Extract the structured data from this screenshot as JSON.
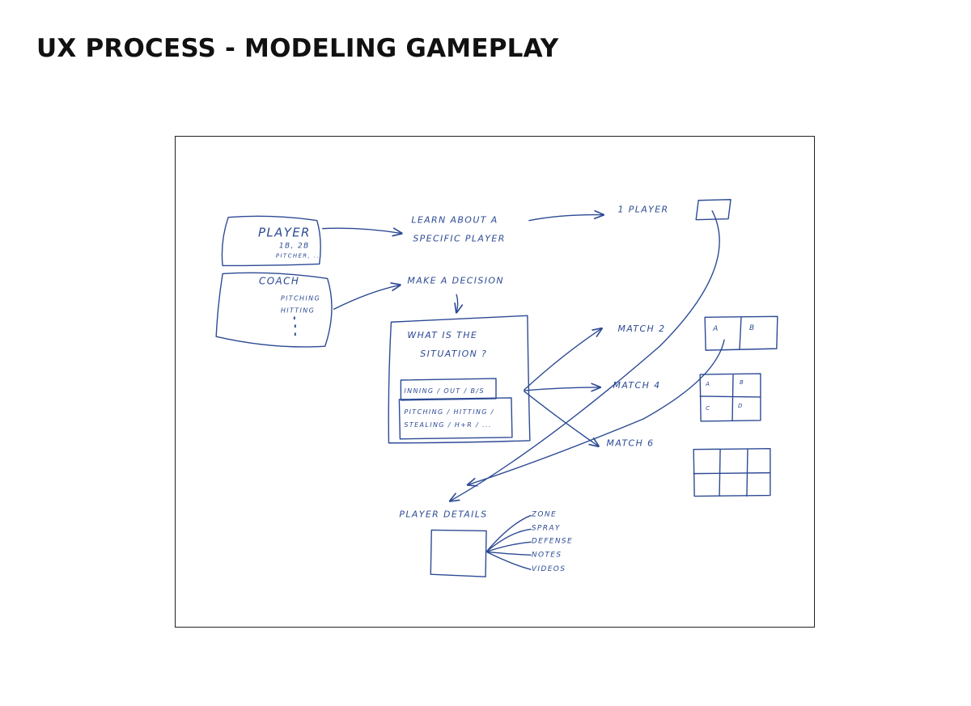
{
  "page": {
    "title": "UX PROCESS - MODELING GAMEPLAY"
  },
  "colors": {
    "ink": "#2c4a94",
    "frame": "#222222",
    "title": "#111111"
  },
  "sketch": {
    "player_box": {
      "title": "PLAYER",
      "line1": "1B, 2B",
      "line2": "PITCHER, ..."
    },
    "coach_box": {
      "title": "COACH",
      "line1": "PITCHING",
      "line2": "HITTING"
    },
    "learn": {
      "line1": "LEARN ABOUT A",
      "line2": "SPECIFIC PLAYER"
    },
    "one_player": "1 PLAYER",
    "decision": "MAKE A DECISION",
    "situation": {
      "line1": "WHAT IS THE",
      "line2": "SITUATION ?",
      "field1": "INNING / OUT / B/S",
      "field2_line1": "PITCHING / HITTING /",
      "field2_line2": "STEALING / H+R / ..."
    },
    "matches": [
      "MATCH 2",
      "MATCH 4",
      "MATCH 6"
    ],
    "grid2": [
      "A",
      "B"
    ],
    "grid4": [
      "A",
      "B",
      "C",
      "D"
    ],
    "player_details": {
      "title": "PLAYER DETAILS",
      "items": [
        "ZONE",
        "SPRAY",
        "DEFENSE",
        "NOTES",
        "VIDEOS"
      ]
    }
  }
}
